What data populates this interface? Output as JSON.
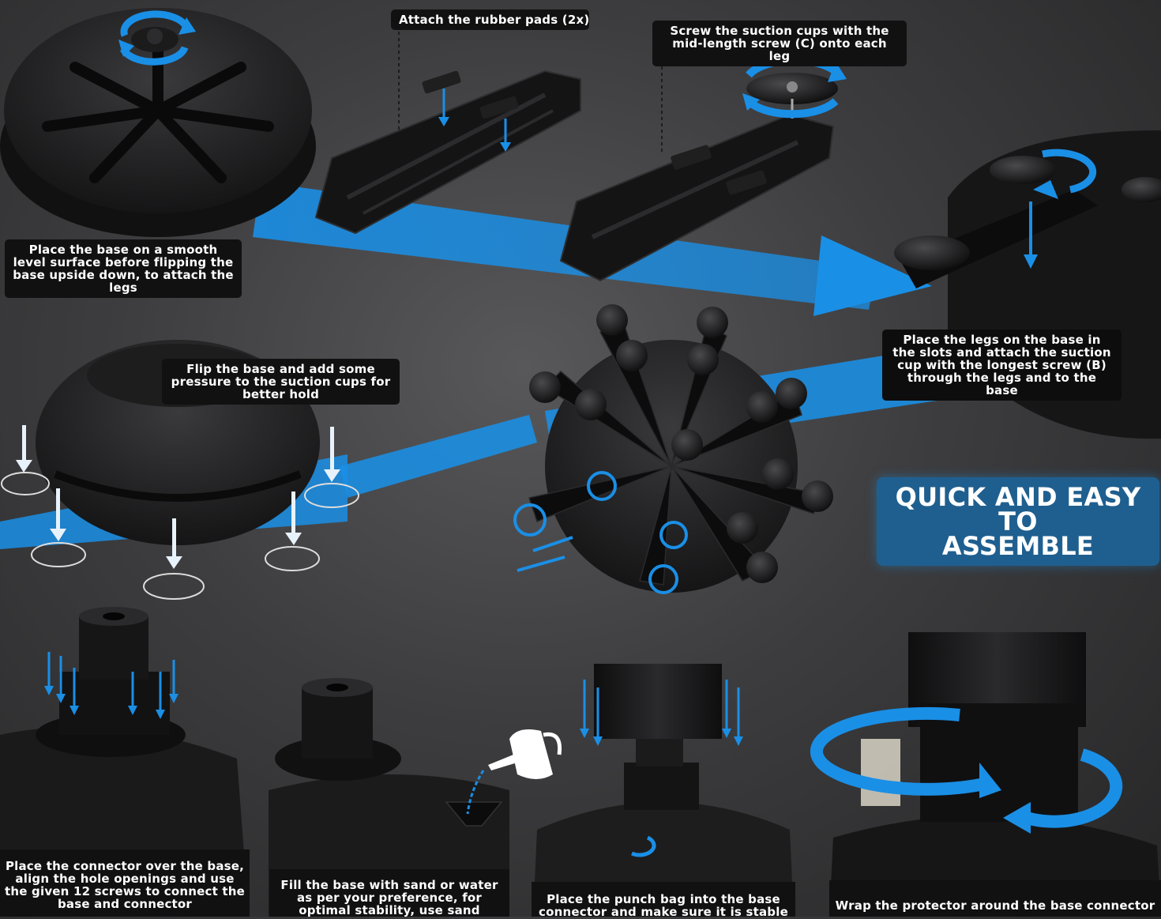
{
  "title": "QUICK AND EASY\nTO\nASSEMBLE",
  "steps": {
    "place_base": "Place the base on a smooth level surface before flipping the base upside down, to attach the legs",
    "rubber_pads": "Attach the rubber pads (2x)",
    "suction_cups": "Screw the suction cups with the mid-length screw (C) onto each leg",
    "legs_on_base": "Place the legs on the base in the slots and attach the suction cup with the longest screw (B) through the legs and to the base",
    "flip_base": "Flip the base and add some pressure to the suction cups for better hold",
    "connector": "Place the connector over the base, align the hole openings and use the given 12 screws to connect the base and connector",
    "fill": "Fill the base with sand or water as per your preference, for optimal stability, use sand",
    "punch_bag": "Place the punch bag into the base connector and make sure it is stable",
    "protector": "Wrap the protector around the base connector"
  },
  "colors": {
    "arrow_blue": "#1a8fe6",
    "caption_bg": "#111112",
    "title_box": "#1f5f8f"
  },
  "icons": [
    "rotate-arrow-icon",
    "down-arrow-icon",
    "watering-can-icon",
    "funnel-icon"
  ]
}
